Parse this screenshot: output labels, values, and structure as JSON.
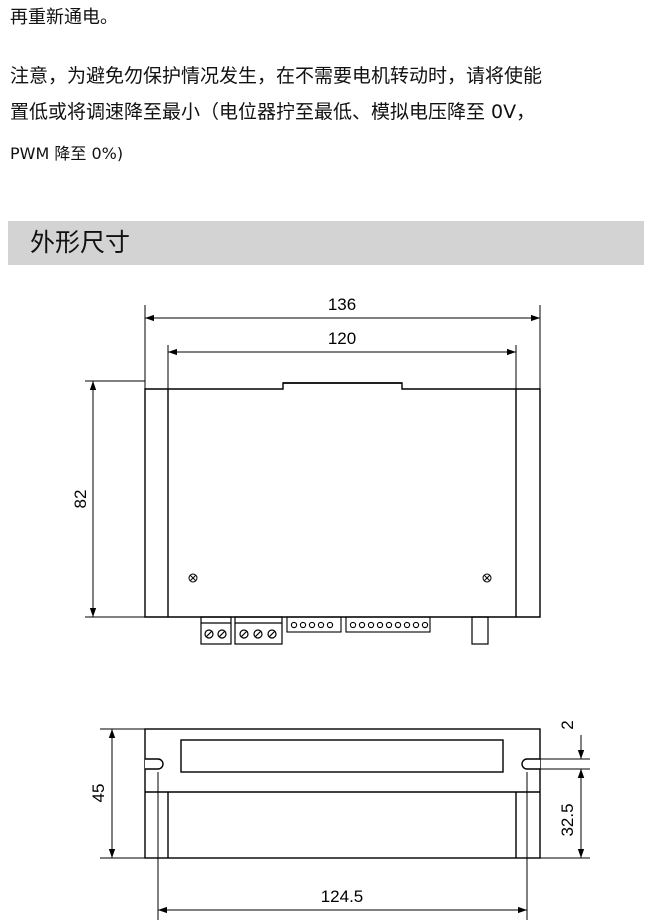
{
  "text_lines": {
    "line1": "再重新通电。",
    "line2": "注意，为避免勿保护情况发生，在不需要电机转动时，请将使能",
    "line3": "置低或将调速降至最小（电位器拧至最低、模拟电压降至 0V，",
    "line4": "PWM 降至 0%)"
  },
  "section": {
    "title": "外形尺寸"
  },
  "top_view": {
    "dim_width_outer": "136",
    "dim_width_inner": "120",
    "dim_height": "82"
  },
  "side_view": {
    "dim_height": "45",
    "dim_slot": "2",
    "dim_hole_offset": "32.5",
    "dim_width": "124.5"
  }
}
